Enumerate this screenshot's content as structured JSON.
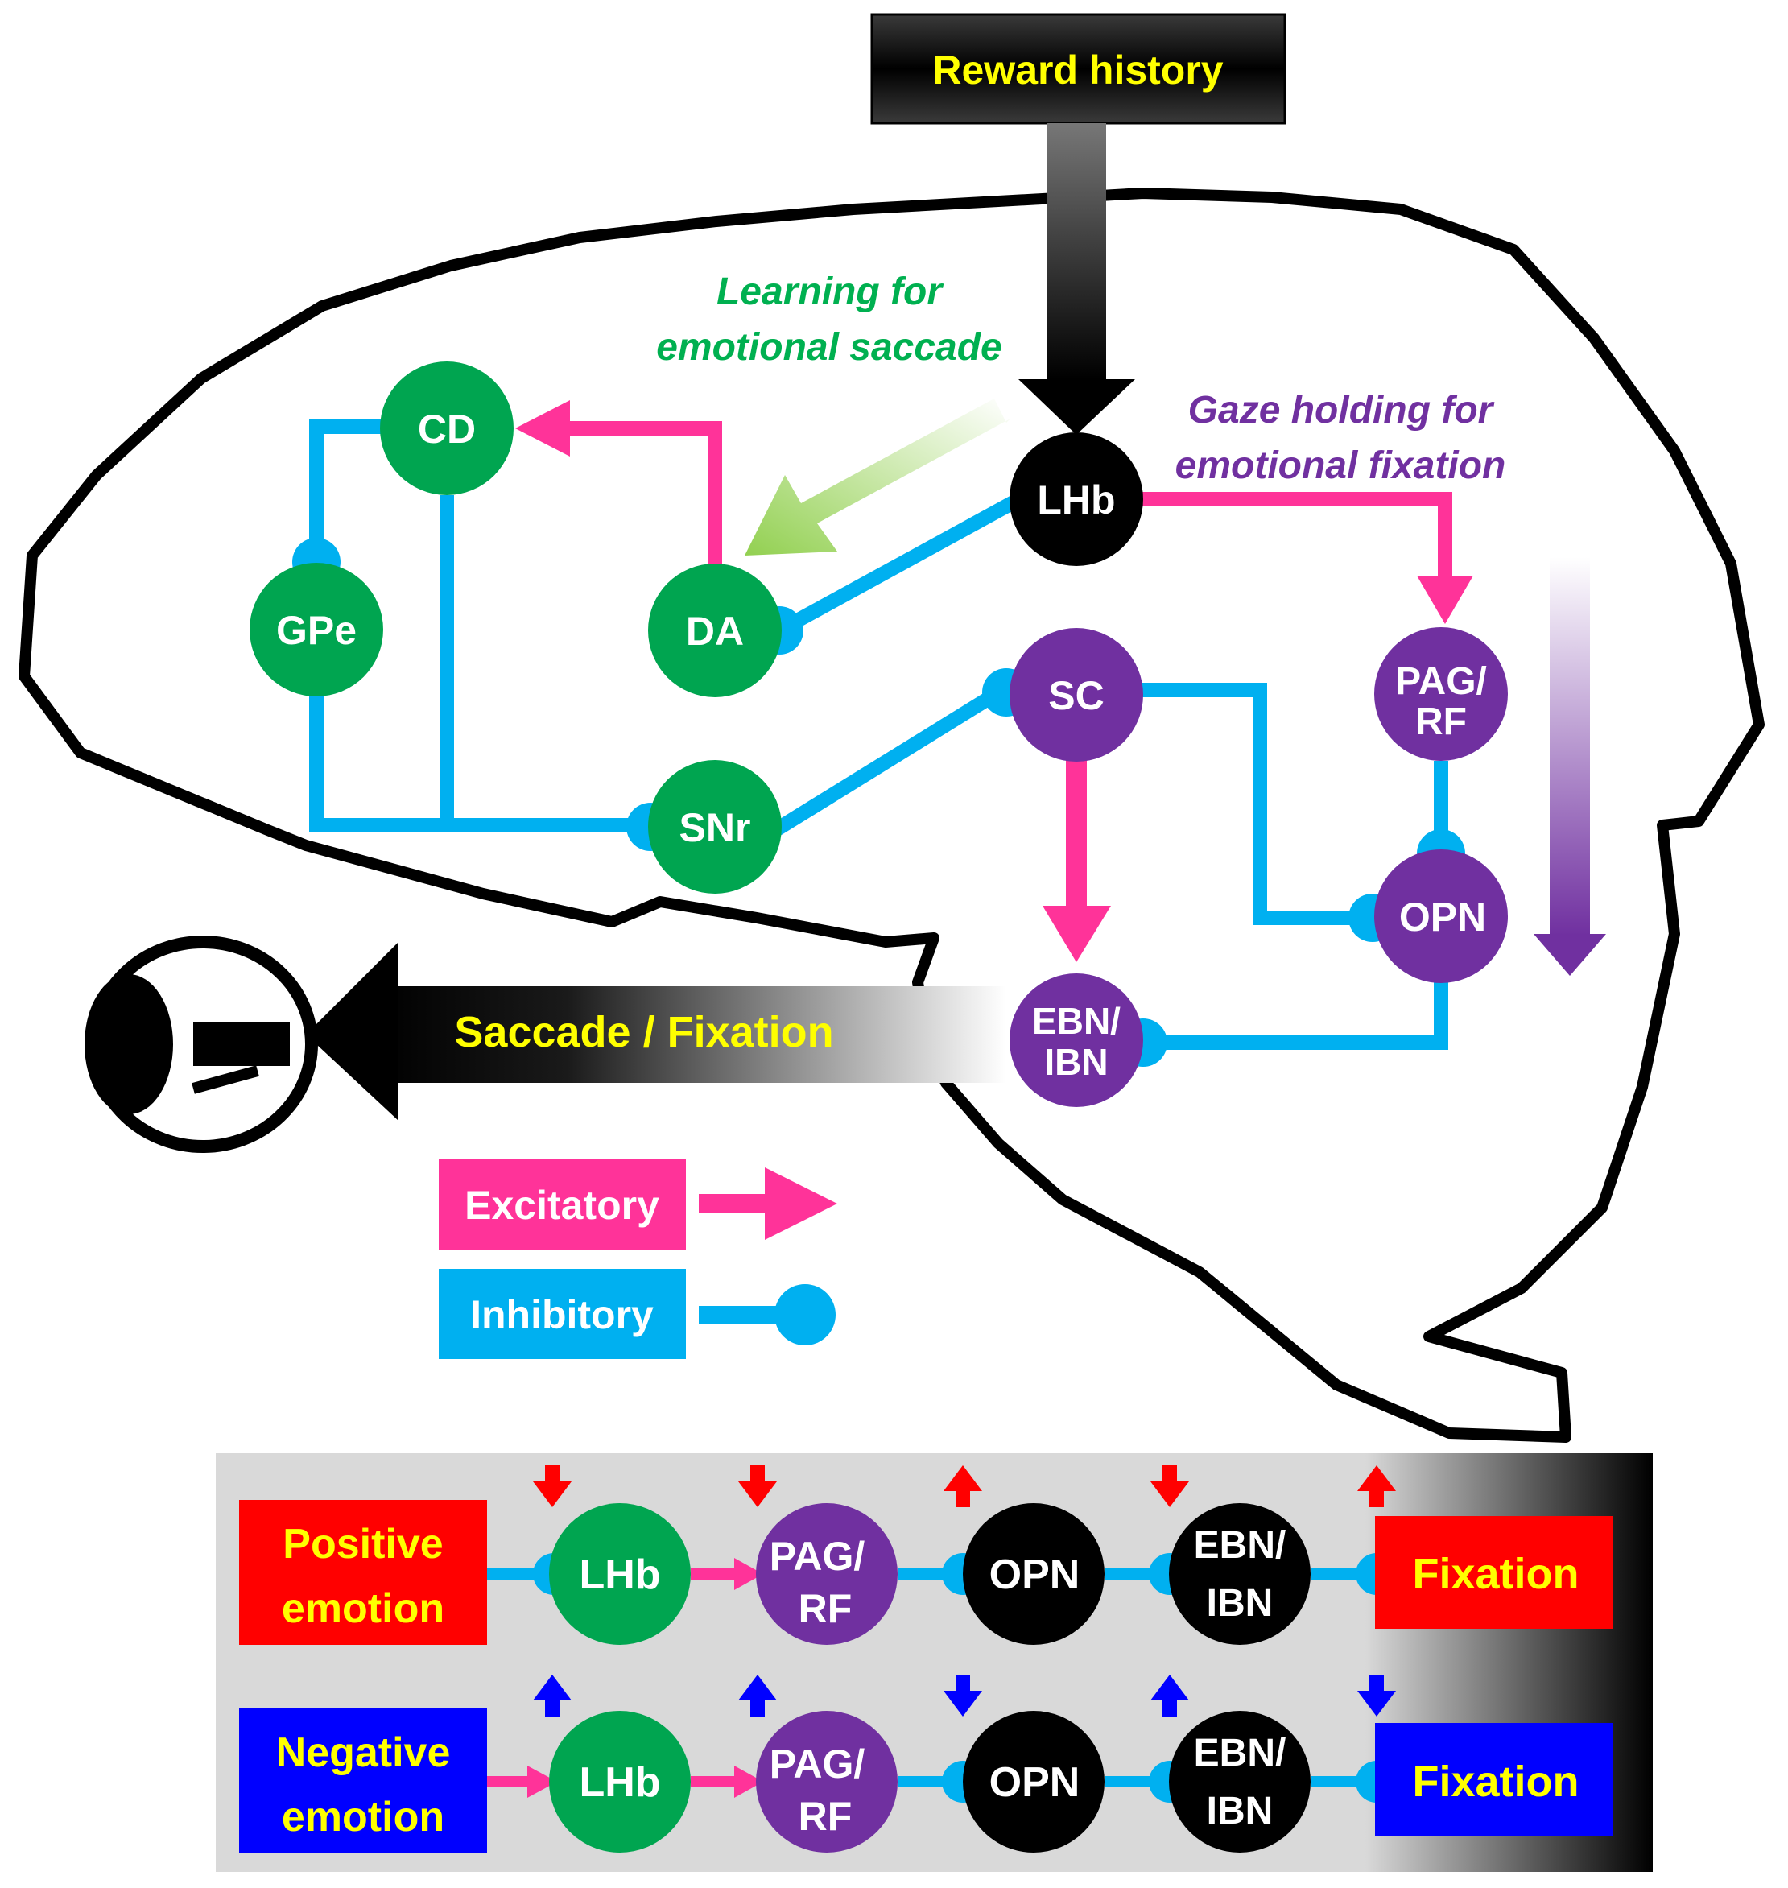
{
  "colors": {
    "excitatory": "#ff3399",
    "inhibitory": "#00b0f0",
    "green_node": "#00a550",
    "purple_node": "#7030a0",
    "black_node": "#000000",
    "yellow_text": "#ffff00",
    "learning_green": "#00b050",
    "gaze_purple": "#7030a0",
    "positive_red": "#ff0000",
    "negative_blue": "#0000ff"
  },
  "header": {
    "reward_history": "Reward history"
  },
  "annotations": {
    "learning_line1": "Learning for",
    "learning_line2": "emotional saccade",
    "gaze_line1": "Gaze holding for",
    "gaze_line2": "emotional fixation",
    "saccade_fixation": "Saccade / Fixation"
  },
  "nodes": {
    "cd": "CD",
    "gpe": "GPe",
    "da": "DA",
    "snr": "SNr",
    "lhb": "LHb",
    "sc": "SC",
    "pag_line1": "PAG/",
    "pag_line2": "RF",
    "opn": "OPN",
    "ebn_line1": "EBN/",
    "ebn_line2": "IBN"
  },
  "legend": {
    "excitatory": "Excitatory",
    "inhibitory": "Inhibitory"
  },
  "panel": {
    "positive_line1": "Positive",
    "positive_line2": "emotion",
    "negative_line1": "Negative",
    "negative_line2": "emotion",
    "lhb": "LHb",
    "pag_line1": "PAG/",
    "pag_line2": "RF",
    "opn": "OPN",
    "ebn_line1": "EBN/",
    "ebn_line2": "IBN",
    "fixation": "Fixation",
    "positive_arrows": [
      "down",
      "down",
      "up",
      "down",
      "up"
    ],
    "negative_arrows": [
      "up",
      "up",
      "down",
      "up",
      "down"
    ]
  }
}
